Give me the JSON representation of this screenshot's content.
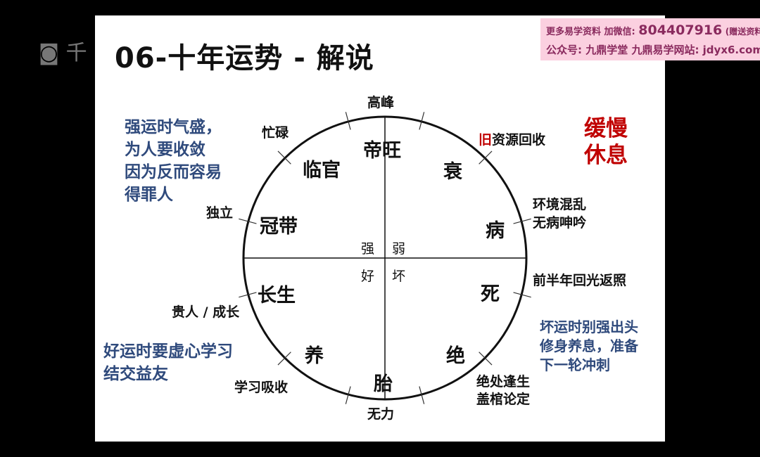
{
  "title": "06-十年运势 - 解说",
  "logo_text": "千",
  "watermark": {
    "line1_prefix": "更多易学资料 加微信:",
    "line1_number": "804407916",
    "line1_suffix": "(赠送资料)",
    "line2": "公众号: 九鼎学堂 九鼎易学网站: jdyx6.com"
  },
  "palaces": [
    "帝旺",
    "衰",
    "病",
    "死",
    "绝",
    "胎",
    "养",
    "长生",
    "冠带",
    "临官"
  ],
  "outer_labels": {
    "top": "高峰",
    "bottom": "无力",
    "mangLu": "忙碌",
    "duLi": "独立",
    "guiRen": "贵人 / 成长",
    "xueXi": "学习吸收",
    "jiuZiYuan_red": "旧",
    "jiuZiYuan": "资源回收",
    "huanJing1": "环境混乱",
    "huanJing2": "无病呻吟",
    "qianBanNian": "前半年回光返照",
    "jueChu1": "绝处逢生",
    "jueChu2": "盖棺论定"
  },
  "quadrants": {
    "strong": "强",
    "weak": "弱",
    "good": "好",
    "bad": "坏"
  },
  "notes": {
    "strong_luck": [
      "强运时气盛，",
      "为人要收敛",
      "因为反而容易",
      "得罪人"
    ],
    "good_luck": [
      "好运时要虚心学习",
      "结交益友"
    ],
    "bad_luck": [
      "坏运时别强出头",
      "修身养息，准备",
      "下一轮冲刺"
    ],
    "slow_rest": [
      "缓慢",
      "休息"
    ]
  },
  "colors": {
    "blue": "#2f4a7c",
    "red": "#c00000"
  }
}
